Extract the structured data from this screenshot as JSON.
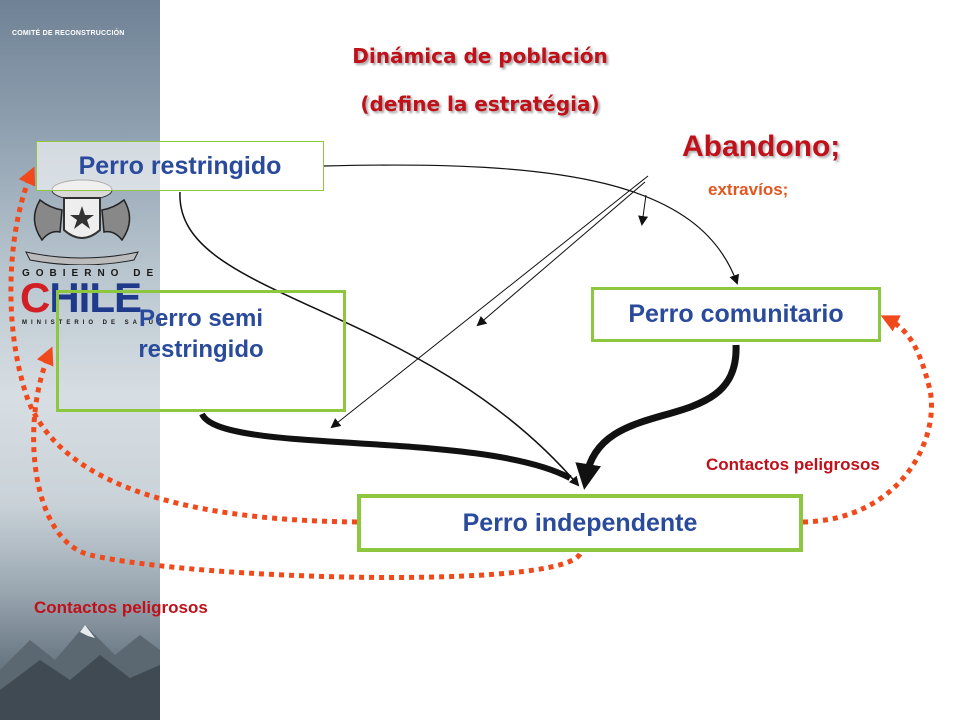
{
  "header": {
    "org": "COMITÉ DE RECONSTRUCCIÓN",
    "title_line1": "Dinámica  de población",
    "title_line2": "(define la estratégia)"
  },
  "logo": {
    "gobierno": "GOBIERNO DE",
    "chile_c": "C",
    "chile_rest": "HILE",
    "ministerio": "MINISTERIO DE SALUD"
  },
  "annotations": {
    "abandono": "Abandono;",
    "extravios": "extravíos;",
    "contactos_right": "Contactos peligrosos",
    "contactos_left": "Contactos peligrosos"
  },
  "nodes": {
    "restringido": "Perro restringido",
    "semi_line1": "Perro semi",
    "semi_line2": "restringido",
    "comunitario": "Perro comunitario",
    "independiente": "Perro independente"
  },
  "colors": {
    "title": "#c0101a",
    "node_text": "#2a4a9b",
    "node_border": "#8dc63f",
    "dashed_arrow": "#f04a1c",
    "extravios": "#e2561f"
  }
}
